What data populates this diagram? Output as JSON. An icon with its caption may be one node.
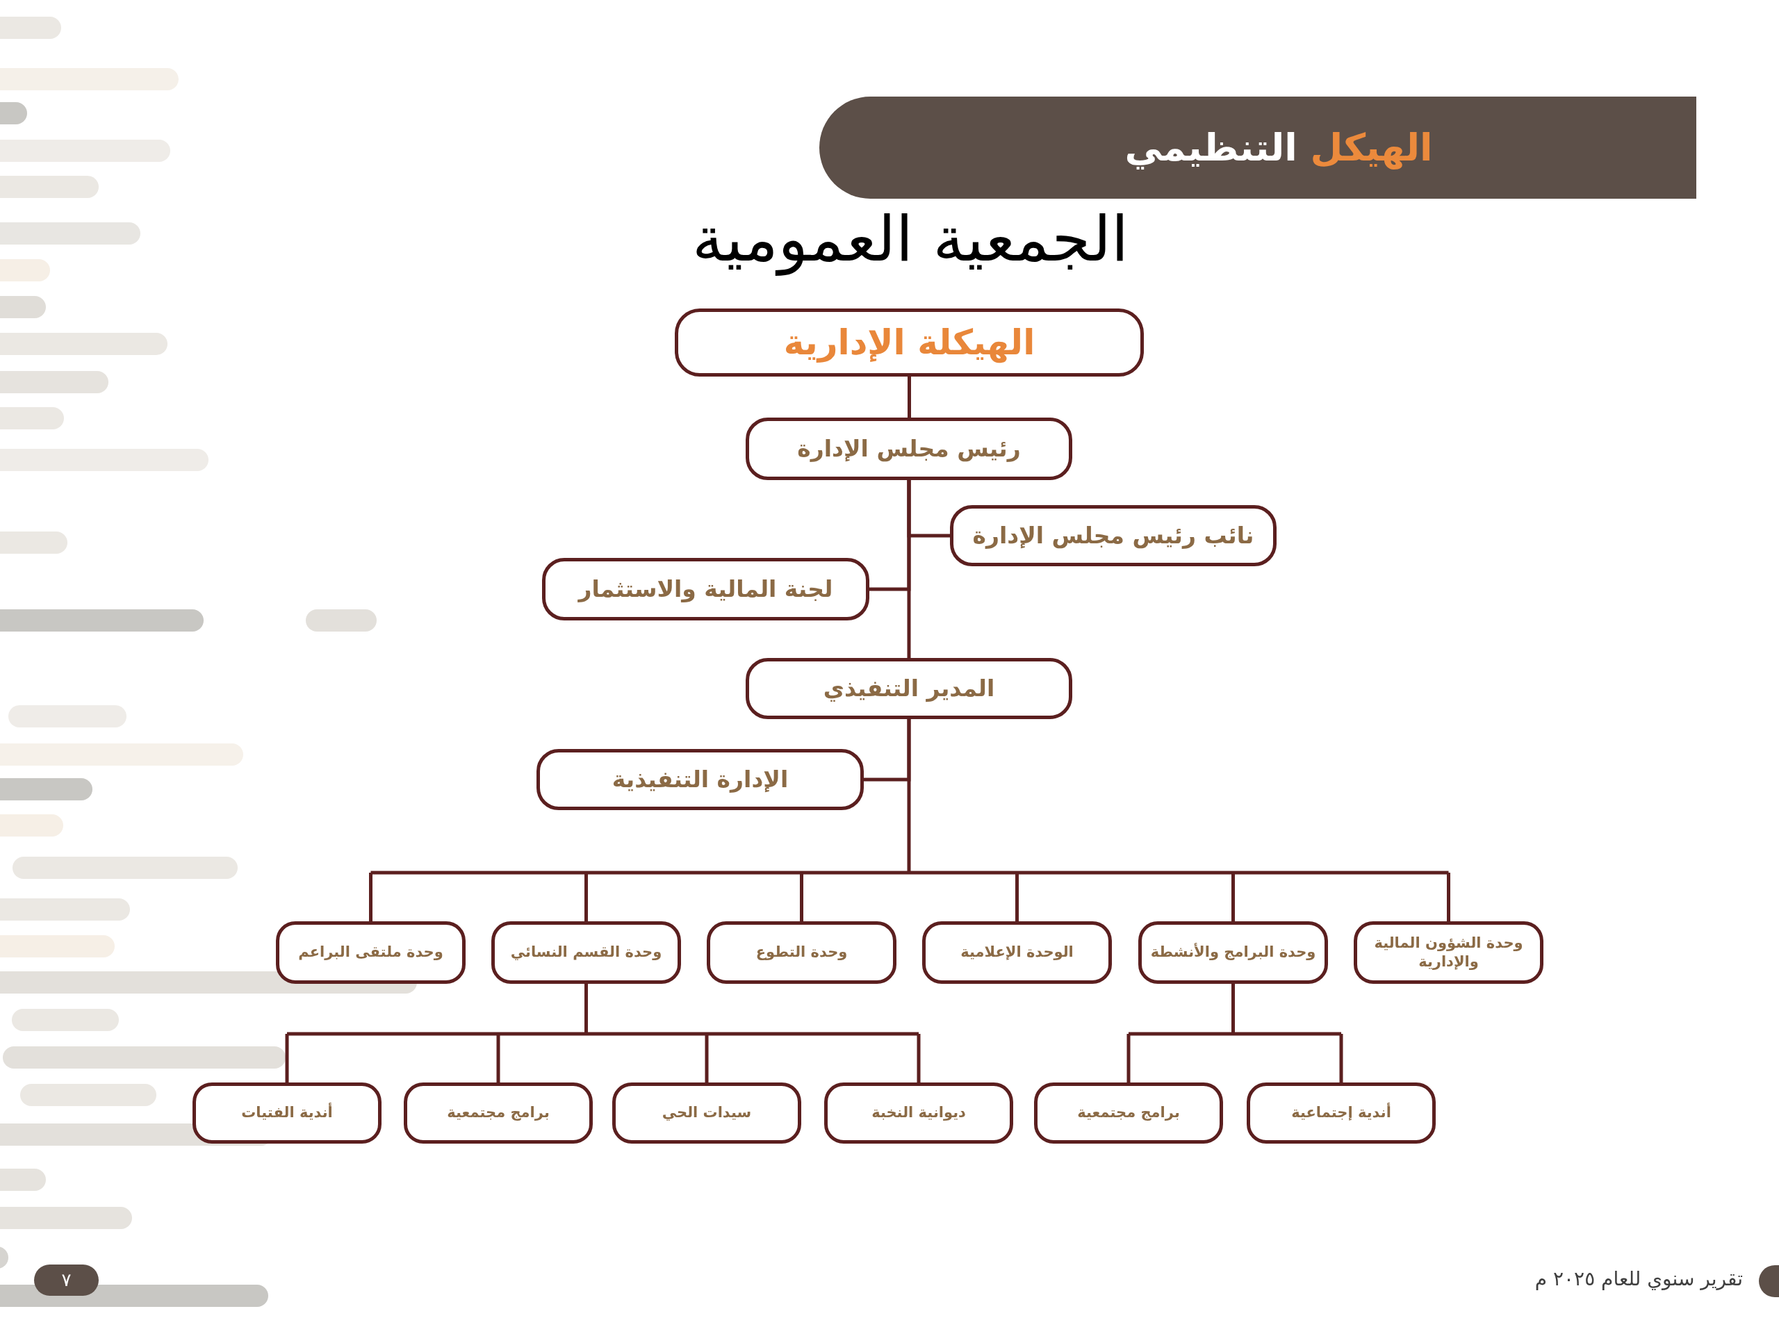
{
  "diagram": {
    "title": "الهيكل التنظيمي",
    "nodes": [
      {
        "text": [
          "الهيكلة الإدارية"
        ]
      },
      {
        "text": [
          "رئيس مجلس الإدارة"
        ]
      },
      {
        "text": [
          "نائب رئيس مجلس الإدارة"
        ]
      },
      {
        "text": [
          "لجنة المالية والاستثمار"
        ]
      },
      {
        "text": [
          "المدير التنفيذي"
        ]
      },
      {
        "text": [
          "الإدارة التنفيذية"
        ]
      },
      {
        "text": [
          "وحدة الشؤون المالية والإدارية"
        ]
      },
      {
        "text": [
          "وحدة البرامج والأنشطة"
        ]
      },
      {
        "text": [
          "الوحدة الإعلامية"
        ]
      },
      {
        "text": [
          "وحدة التطوع"
        ]
      },
      {
        "text": [
          "وحدة القسم النسائي"
        ]
      },
      {
        "text": [
          "وحدة ملتقى البراعم"
        ]
      },
      {
        "text": [
          "أندية إجتماعية"
        ]
      },
      {
        "text": [
          "برامج مجتمعية"
        ]
      },
      {
        "text": [
          "ديوانية النخبة"
        ]
      },
      {
        "text": [
          "سيدات الحي"
        ]
      },
      {
        "text": [
          "برامج مجتمعية"
        ]
      },
      {
        "text": [
          "أندية الفتيات"
        ]
      }
    ],
    "edges": [
      {
        "from": 0,
        "to": 1,
        "arrow": "none"
      },
      {
        "from": 1,
        "to": 2,
        "arrow": "none"
      },
      {
        "from": 1,
        "to": 3,
        "arrow": "none"
      },
      {
        "from": 1,
        "to": 4,
        "arrow": "none"
      },
      {
        "from": 4,
        "to": 5,
        "arrow": "none"
      },
      {
        "from": 4,
        "to": 6,
        "arrow": "none"
      },
      {
        "from": 4,
        "to": 7,
        "arrow": "none"
      },
      {
        "from": 4,
        "to": 8,
        "arrow": "none"
      },
      {
        "from": 4,
        "to": 9,
        "arrow": "none"
      },
      {
        "from": 4,
        "to": 10,
        "arrow": "none"
      },
      {
        "from": 4,
        "to": 11,
        "arrow": "none"
      },
      {
        "from": 7,
        "to": 12,
        "arrow": "none"
      },
      {
        "from": 7,
        "to": 13,
        "arrow": "none"
      },
      {
        "from": 10,
        "to": 14,
        "arrow": "none"
      },
      {
        "from": 10,
        "to": 15,
        "arrow": "none"
      },
      {
        "from": 10,
        "to": 16,
        "arrow": "none"
      },
      {
        "from": 10,
        "to": 17,
        "arrow": "none"
      }
    ],
    "labels": [
      "الجمعية العمومية",
      "تقرير سنوي للعام ٢٠٢٥ م",
      "٧"
    ]
  }
}
